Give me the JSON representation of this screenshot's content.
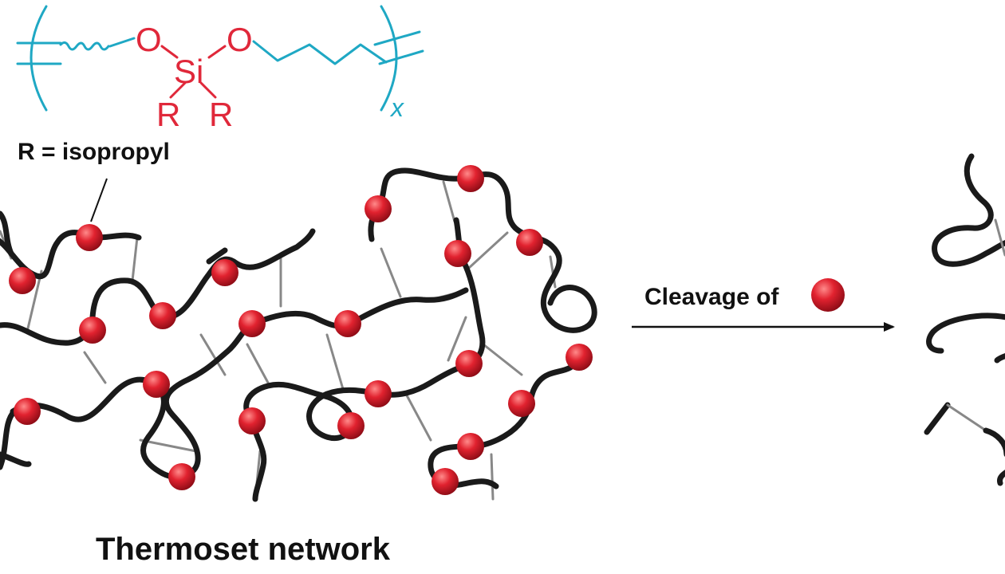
{
  "colors": {
    "backbone": "#1fa8c4",
    "silyl": "#e0283a",
    "chain": "#1a1a1a",
    "crosslink": "#888888",
    "bead": "#d81f2e"
  },
  "structure": {
    "oxygen_1": "O",
    "oxygen_2": "O",
    "silicon": "Si",
    "r_left": "R",
    "r_right": "R",
    "repeat_subscript": "x"
  },
  "legend": {
    "r_definition": "R = isopropyl"
  },
  "arrow": {
    "label": "Cleavage of"
  },
  "network": {
    "caption": "Thermoset network"
  }
}
